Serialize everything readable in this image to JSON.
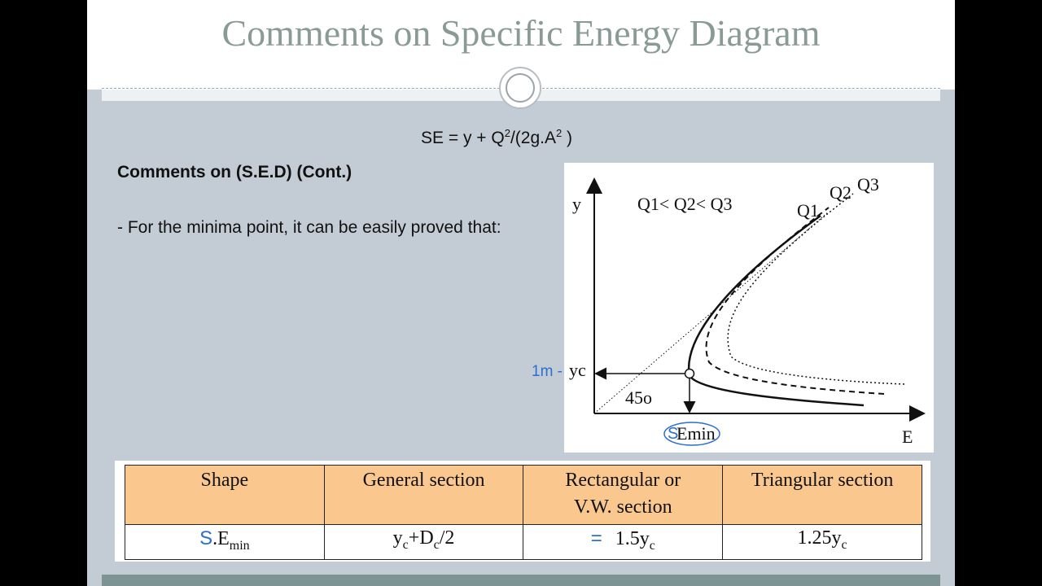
{
  "slide": {
    "title": "Comments on Specific Energy Diagram",
    "equation": {
      "prefix": "SE = y + Q",
      "sup1": "2",
      "middle": "/(2g.A",
      "sup2": "2",
      "suffix": " )"
    },
    "heading": "Comments on (S.E.D) (Cont.)",
    "bullet": "- For the minima point, it can be easily proved that:"
  },
  "diagram": {
    "y_axis_label": "y",
    "x_axis_label": "E",
    "legend": {
      "q1": "Q1",
      "lt1": "< ",
      "q2": "Q2",
      "lt2": "< ",
      "q3": "Q3"
    },
    "curve_q1": "Q1",
    "curve_q2": "Q2",
    "curve_q3": "Q3",
    "yc_label": "yc",
    "angle_label": "45o",
    "emin_label": "Emin",
    "handwritten_1m": "1m -",
    "handwritten_s": "S"
  },
  "table": {
    "headers": [
      "Shape",
      "General section",
      "Rectangular or V.W. section",
      "Triangular section"
    ],
    "headers_line2": [
      "",
      "",
      "V.W. section",
      ""
    ],
    "headers_line1": [
      "Shape",
      "General section",
      "Rectangular or",
      "Triangular section"
    ],
    "row_label_s": "S",
    "row_label_main": ".E",
    "row_label_sub": "min",
    "general": {
      "y": "y",
      "sub1": "c",
      "mid": "+D",
      "sub2": "c",
      "end": "/2"
    },
    "rect_eq": "=",
    "rect": {
      "main": "1.5y",
      "sub": "c"
    },
    "tri": {
      "main": "1.25y",
      "sub": "c"
    }
  },
  "colors": {
    "header_fill": "#fac88f",
    "handwriting": "#2b6fd0",
    "slide_bg": "#c3ccd5"
  }
}
